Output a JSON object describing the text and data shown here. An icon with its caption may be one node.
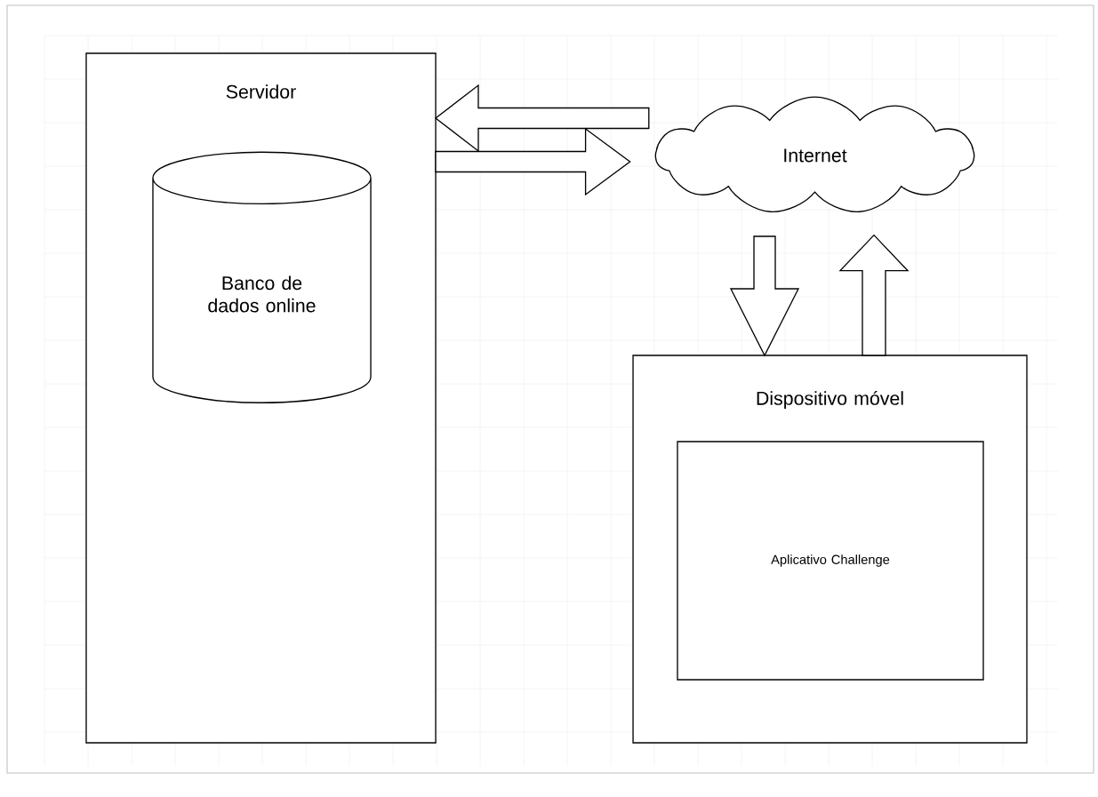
{
  "diagram": {
    "nodes": [
      {
        "text": [
          "Servidor"
        ]
      },
      {
        "text": [
          "Banco de dados online"
        ],
        "in": 0
      },
      {
        "text": [
          "Internet"
        ]
      },
      {
        "text": [
          "Dispositivo móvel"
        ]
      },
      {
        "text": [
          "Aplicativo Challenge"
        ],
        "in": 3
      }
    ],
    "edges": [
      {
        "from": 2,
        "to": 0,
        "arrow": "to"
      },
      {
        "from": 0,
        "to": 2,
        "arrow": "to"
      },
      {
        "from": 2,
        "to": 3,
        "arrow": "to"
      },
      {
        "from": 3,
        "to": 2,
        "arrow": "to"
      }
    ]
  }
}
